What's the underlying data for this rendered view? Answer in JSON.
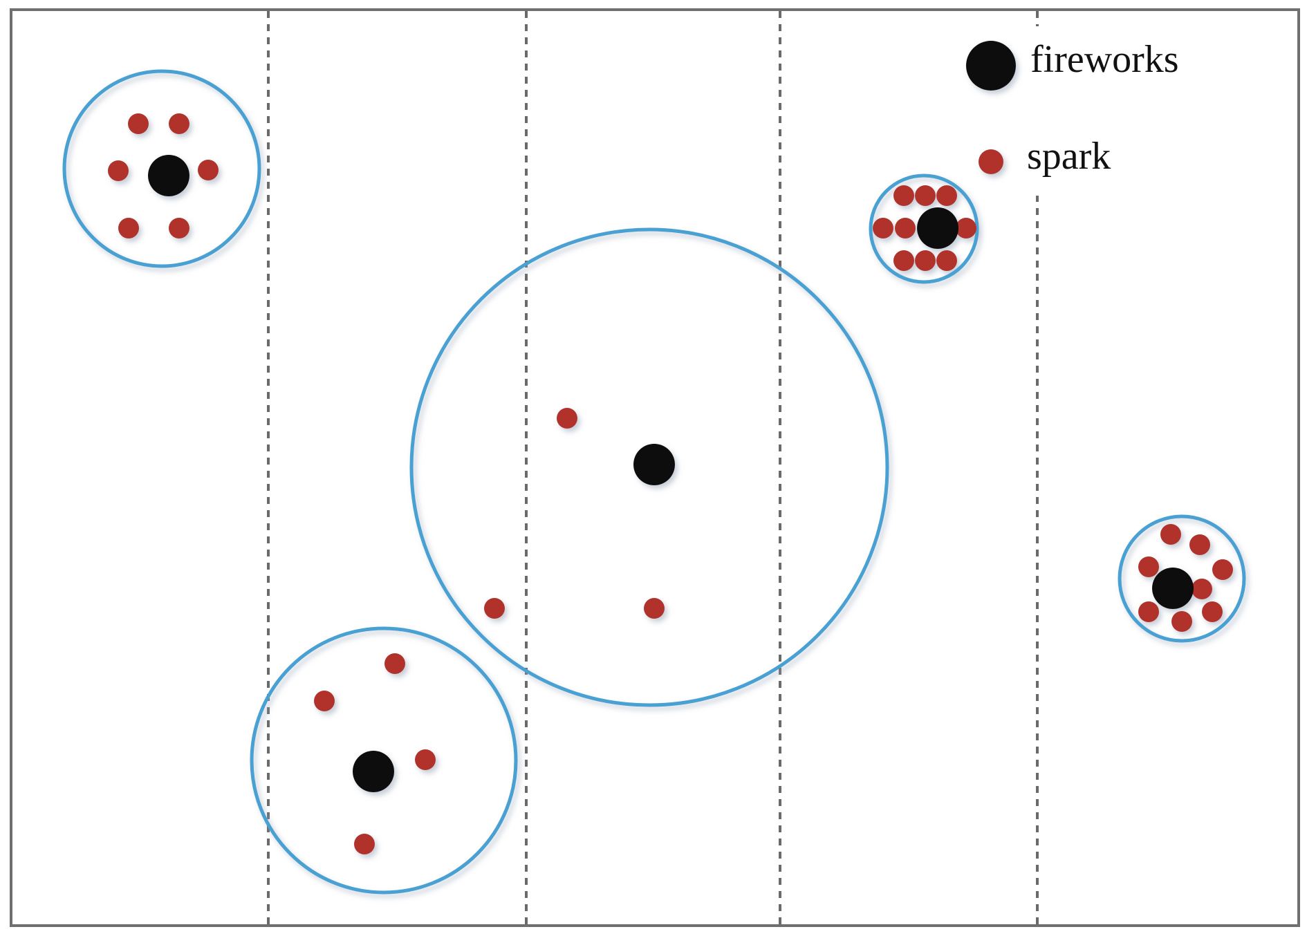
{
  "legend": {
    "fireworks_label": "fireworks",
    "spark_label": "spark"
  },
  "colors": {
    "frame": "#6f6f6f",
    "divider": "#6a6a6a",
    "ring": "#4aa0d2",
    "firework": "#0c0c0c",
    "spark": "#b0302c",
    "background": "#ffffff"
  },
  "counts": {
    "dashed_dividers": 4,
    "firework_groups": 5
  }
}
